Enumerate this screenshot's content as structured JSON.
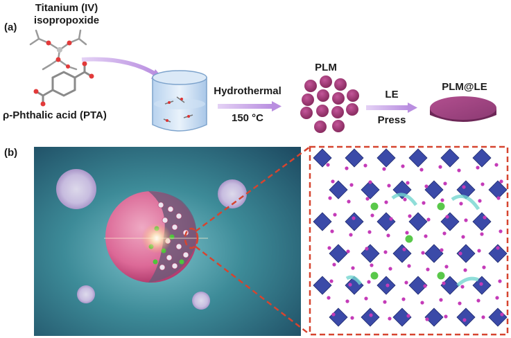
{
  "panel_a": {
    "label": "(a)",
    "reagent_1": {
      "line1": "Titanium (IV)",
      "line2": "isopropoxide"
    },
    "reagent_2": "ρ-Phthalic acid (PTA)",
    "step_1": {
      "top": "Hydrothermal",
      "bottom": "150 °C"
    },
    "product_1": "PLM",
    "step_2": {
      "top": "LE",
      "bottom": "Press"
    },
    "product_2": "PLM@LE"
  },
  "panel_b": {
    "label": "(b)"
  },
  "colors": {
    "particle": "#b0427e",
    "arrow": "#c7a2e6",
    "callout_box": "#d6442f",
    "octahedra": "#3b4aa8",
    "linker": "#c43bb8",
    "lithium": "#59c84a",
    "background_scene": "#2f6f80"
  }
}
